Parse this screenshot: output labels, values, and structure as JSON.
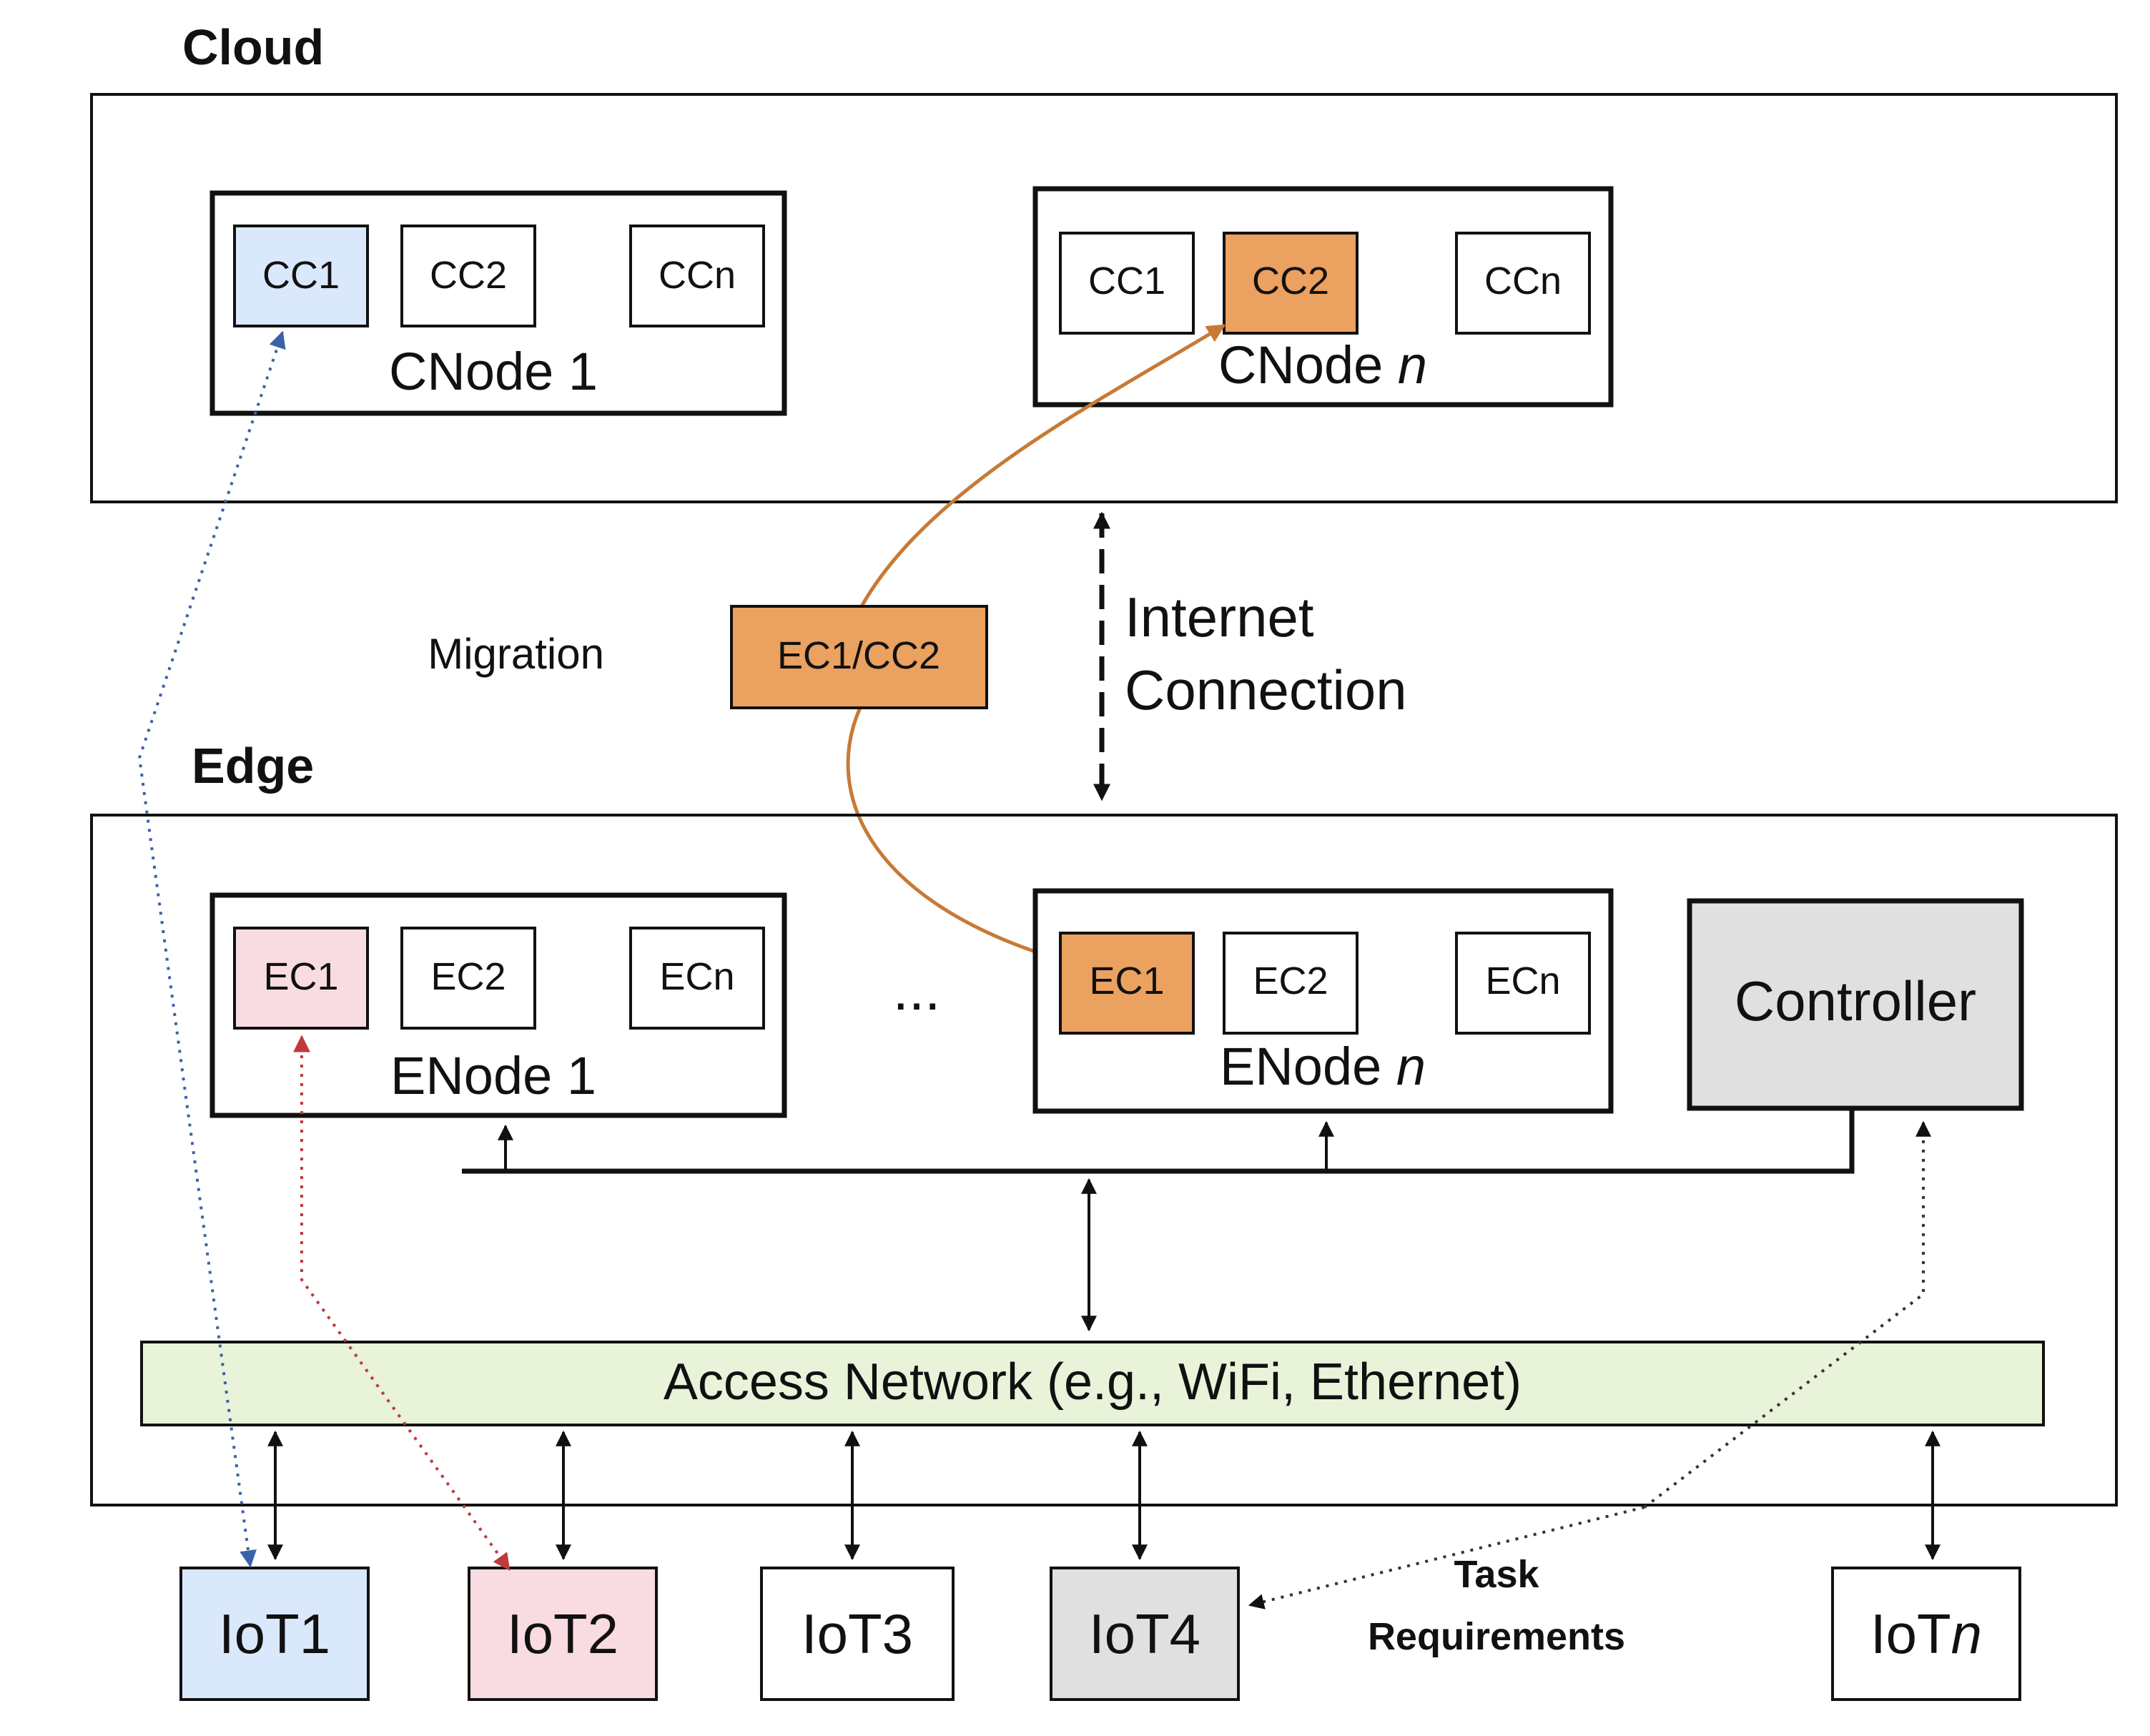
{
  "cloud": {
    "label": "Cloud",
    "cnode1": {
      "label": "CNode 1",
      "containers": [
        "CC1",
        "CC2",
        "CCn"
      ]
    },
    "cnoden": {
      "label_prefix": "CNode ",
      "label_italic": "n",
      "containers": [
        "CC1",
        "CC2",
        "CCn"
      ]
    }
  },
  "migration": {
    "label": "Migration",
    "box": "EC1/CC2"
  },
  "internet": {
    "line1": "Internet",
    "line2": "Connection"
  },
  "edge": {
    "label": "Edge",
    "enode1": {
      "label": "ENode 1",
      "containers": [
        "EC1",
        "EC2",
        "ECn"
      ]
    },
    "ellipsis": "...",
    "enoden": {
      "label_prefix": "ENode ",
      "label_italic": "n",
      "containers": [
        "EC1",
        "EC2",
        "ECn"
      ]
    },
    "controller": "Controller",
    "access_network": "Access Network (e.g., WiFi, Ethernet)"
  },
  "devices": [
    {
      "label": "IoT1"
    },
    {
      "label": "IoT2"
    },
    {
      "label": "IoT3"
    },
    {
      "label": "IoT4"
    },
    {
      "prefix": "IoT",
      "italic": "n"
    }
  ],
  "task": {
    "line1": "Task",
    "line2": "Requirements"
  },
  "colors": {
    "blue_fill": "#dae8fc",
    "pink_fill": "#f8dce2",
    "orange_fill": "#eba15f",
    "gray_fill": "#e0e0e0",
    "green_fill": "#e8f3d9",
    "blue_line": "#3a62a8",
    "red_line": "#c0393b",
    "orange_line": "#c77a35"
  }
}
